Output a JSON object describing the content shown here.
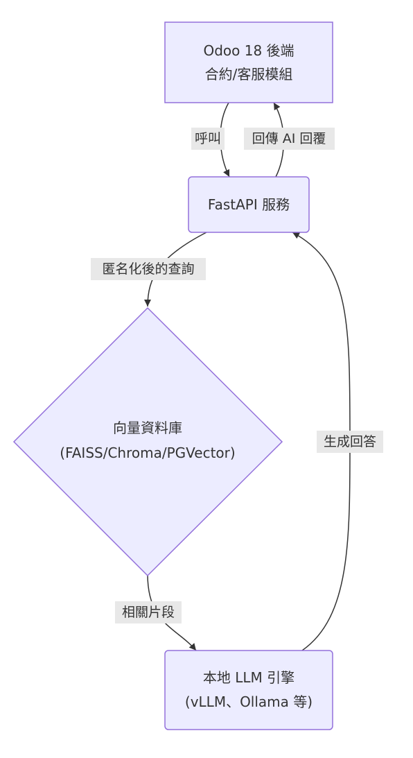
{
  "colors": {
    "node_fill": "#ECECFF",
    "node_stroke": "#9370DB",
    "edge": "#333333",
    "label_bg": "#E8E8E8",
    "text": "#333333"
  },
  "nodes": {
    "odoo": {
      "line1": "Odoo 18 後端",
      "line2": "合約/客服模組"
    },
    "fastapi": {
      "line1": "FastAPI 服務"
    },
    "vectordb": {
      "line1": "向量資料庫",
      "line2": "(FAISS/Chroma/PGVector)"
    },
    "llm": {
      "line1": "本地 LLM 引擎",
      "line2": "(vLLM、Ollama 等)"
    }
  },
  "edges": {
    "odoo_to_fastapi": "呼叫",
    "fastapi_to_odoo": "回傳 AI 回覆",
    "fastapi_to_vectordb": "匿名化後的查詢",
    "vectordb_to_llm": "相關片段",
    "llm_to_fastapi": "生成回答"
  }
}
